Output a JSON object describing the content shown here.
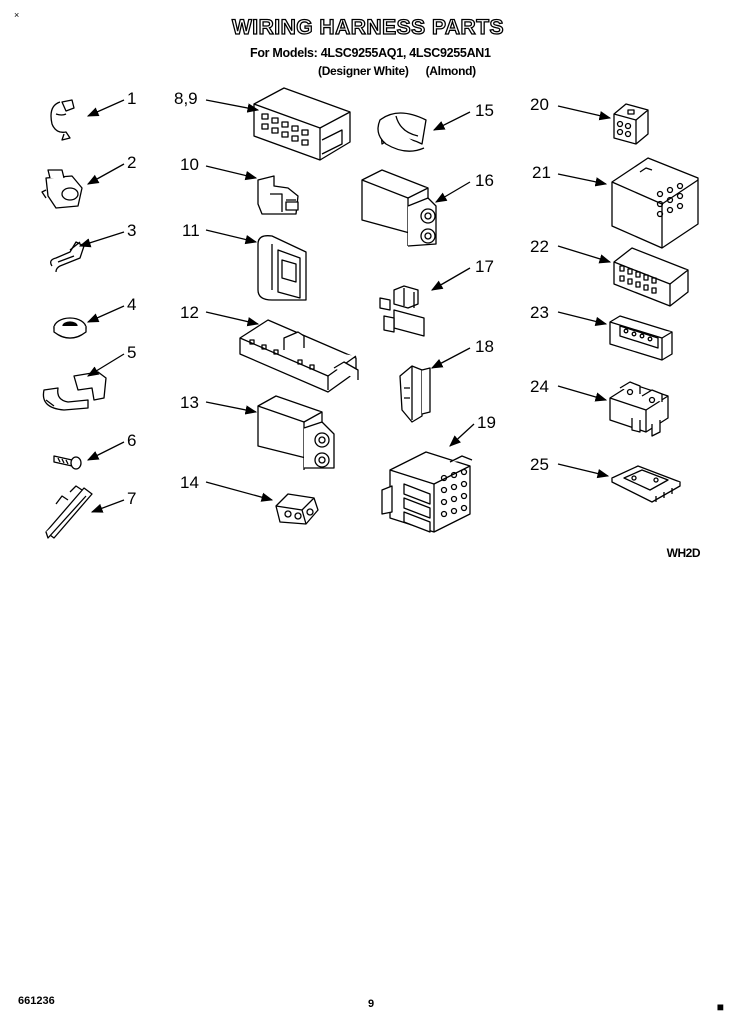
{
  "header": {
    "title": "WIRING HARNESS PARTS",
    "models": "For Models: 4LSC9255AQ1, 4LSC9255AN1",
    "variants": [
      "(Designer White)",
      "(Almond)"
    ]
  },
  "diagram_code": "WH2D",
  "footer": {
    "doc_number": "661236",
    "page": "9"
  },
  "part_callouts": [
    "1",
    "2",
    "3",
    "4",
    "5",
    "6",
    "7",
    "8,9",
    "10",
    "11",
    "12",
    "13",
    "14",
    "15",
    "16",
    "17",
    "18",
    "19",
    "20",
    "21",
    "22",
    "23",
    "24",
    "25"
  ],
  "colors": {
    "ink": "#000000",
    "paper": "#ffffff"
  }
}
